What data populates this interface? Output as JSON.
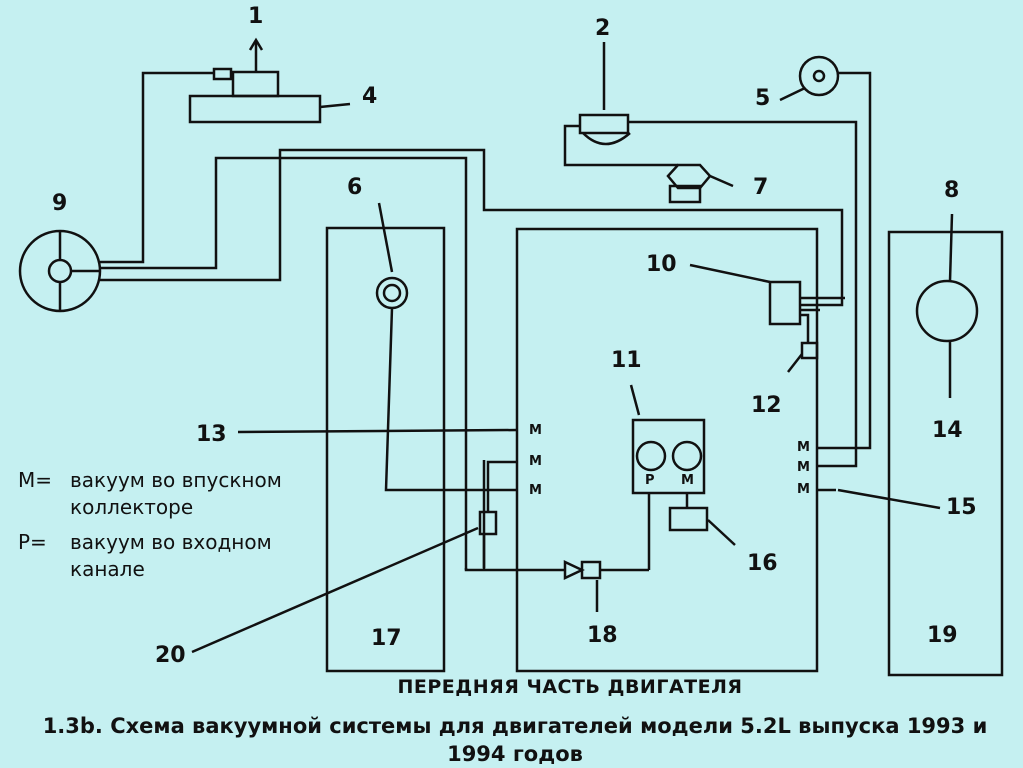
{
  "diagram": {
    "labels": {
      "n1": "1",
      "n2": "2",
      "n4": "4",
      "n5": "5",
      "n6": "6",
      "n7": "7",
      "n8": "8",
      "n9": "9",
      "n10": "10",
      "n11": "11",
      "n12": "12",
      "n13": "13",
      "n14": "14",
      "n15": "15",
      "n16": "16",
      "n17": "17",
      "n18": "18",
      "n19": "19",
      "n20": "20"
    },
    "port_m": "M",
    "port_p": "P",
    "front_label": "ПЕРЕДНЯЯ ЧАСТЬ ДВИГАТЕЛЯ"
  },
  "legend": {
    "m_key": "M=",
    "m_text_1": "вакуум во впускном",
    "m_text_2": "коллекторе",
    "p_key": "P=",
    "p_text_1": "вакуум во входном",
    "p_text_2": "канале"
  },
  "caption": {
    "line1": "1.3b. Схема вакуумной системы для двигателей модели 5.2L выпуска 1993 и",
    "line2": "1994 годов"
  },
  "colors": {
    "background": "#c5f0f1",
    "ink": "#111111"
  }
}
